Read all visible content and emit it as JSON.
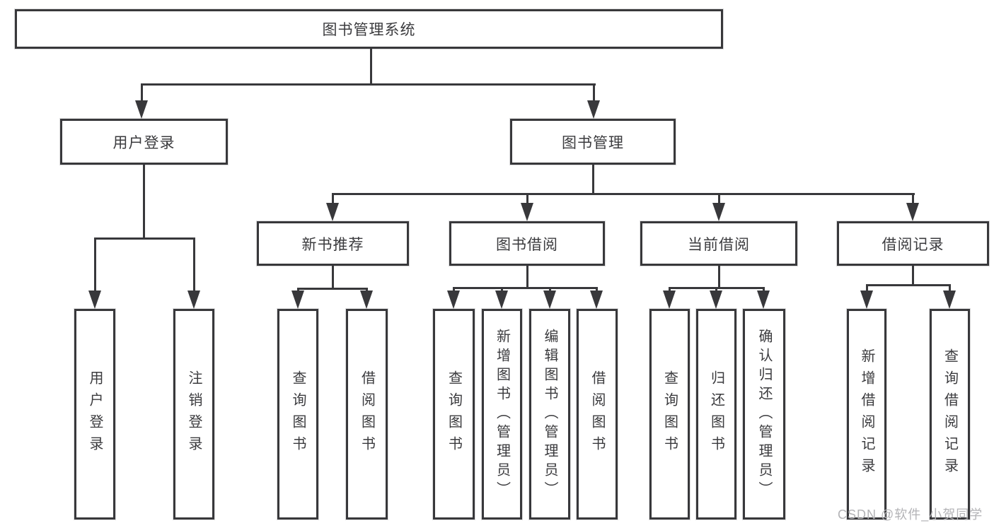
{
  "tree": {
    "label": "图书管理系统",
    "children": [
      {
        "label": "用户登录",
        "children": [
          {
            "label": "用户登录"
          },
          {
            "label": "注销登录"
          }
        ]
      },
      {
        "label": "图书管理",
        "children": [
          {
            "label": "新书推荐",
            "children": [
              {
                "label": "查询图书"
              },
              {
                "label": "借阅图书"
              }
            ]
          },
          {
            "label": "图书借阅",
            "children": [
              {
                "label": "查询图书"
              },
              {
                "label": "新增图书（管理员）"
              },
              {
                "label": "编辑图书（管理员）"
              },
              {
                "label": "借阅图书"
              }
            ]
          },
          {
            "label": "当前借阅",
            "children": [
              {
                "label": "查询图书"
              },
              {
                "label": "归还图书"
              },
              {
                "label": "确认归还（管理员）"
              }
            ]
          },
          {
            "label": "借阅记录",
            "children": [
              {
                "label": "新增借阅记录"
              },
              {
                "label": "查询借阅记录"
              }
            ]
          }
        ]
      }
    ]
  },
  "watermark": {
    "text": "CSDN @软件_小贺同学"
  },
  "colors": {
    "line": "#38383b",
    "text": "#3b3b3e",
    "watermark": "#b3b3b6",
    "background": "#ffffff"
  }
}
